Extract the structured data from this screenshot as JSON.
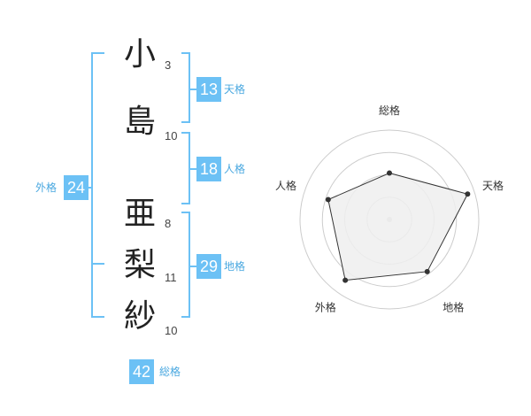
{
  "name_chars": [
    {
      "char": "小",
      "strokes": "3"
    },
    {
      "char": "島",
      "strokes": "10"
    },
    {
      "char": "亜",
      "strokes": "8"
    },
    {
      "char": "梨",
      "strokes": "11"
    },
    {
      "char": "紗",
      "strokes": "10"
    }
  ],
  "fortunes": {
    "tenkaku": {
      "label": "天格",
      "value": "13"
    },
    "jinkaku": {
      "label": "人格",
      "value": "18"
    },
    "chikaku": {
      "label": "地格",
      "value": "29"
    },
    "gaikaku": {
      "label": "外格",
      "value": "24"
    },
    "soukaku": {
      "label": "総格",
      "value": "42"
    }
  },
  "radar": {
    "axes": [
      "総格",
      "天格",
      "地格",
      "外格",
      "人格"
    ],
    "levels": 4,
    "values": [
      2.6,
      4.6,
      3.6,
      4.2,
      3.6
    ],
    "max": 5,
    "line_color": "#333333",
    "fill_color": "#efefef",
    "ring_color": "#cccccc"
  },
  "colors": {
    "bracket": "#6cc1f5",
    "badge": "#6cc1f5"
  }
}
